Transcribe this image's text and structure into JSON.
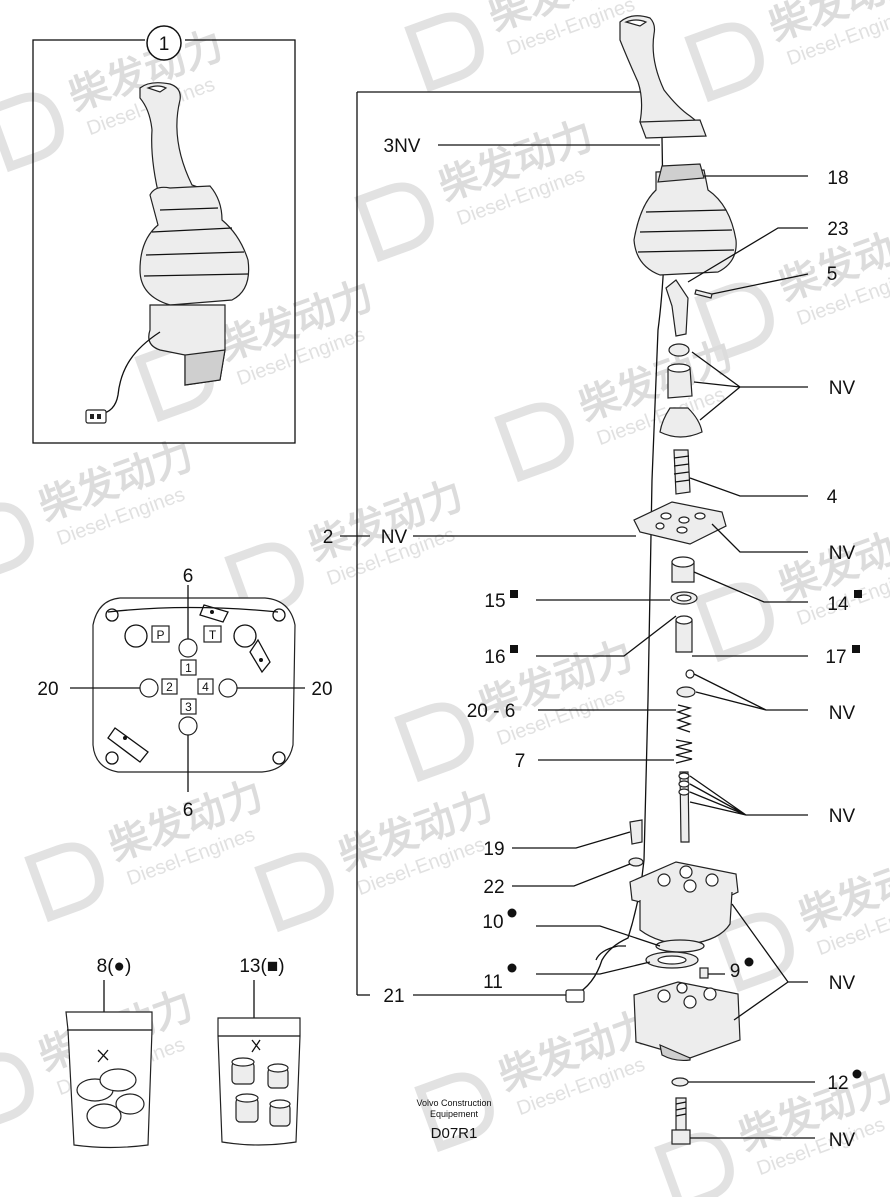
{
  "watermark": {
    "brand": "柴发动力",
    "subtitle": "Diesel-Engines"
  },
  "panel_joystick": {
    "callout": "1"
  },
  "valve_face": {
    "port_P": "P",
    "port_T": "T",
    "port_1": "1",
    "port_2": "2",
    "port_3": "3",
    "port_4": "4",
    "label_top": "6",
    "label_bottom": "6",
    "label_left": "20",
    "label_right": "20"
  },
  "bags": {
    "bag_8": "8(●)",
    "bag_13": "13(■)"
  },
  "labels": {
    "l_3nv": "3NV",
    "l_18": "18",
    "l_23": "23",
    "l_5": "5",
    "l_nv_a": "NV",
    "l_4": "4",
    "l_2": "2",
    "l_nv_main": "NV",
    "l_nv_b": "NV",
    "l_15": "15",
    "l_14": "14",
    "l_16": "16",
    "l_17": "17",
    "l_20_6": "20 - 6",
    "l_nv_c": "NV",
    "l_7": "7",
    "l_nv_d": "NV",
    "l_19": "19",
    "l_22": "22",
    "l_10": "10",
    "l_11": "11",
    "l_9": "9",
    "l_nv_e": "NV",
    "l_21": "21",
    "l_12": "12",
    "l_nv_f": "NV"
  },
  "footer": {
    "maker_line1": "Volvo Construction",
    "maker_line2": "Equipement",
    "drawing_code": "D07R1"
  }
}
